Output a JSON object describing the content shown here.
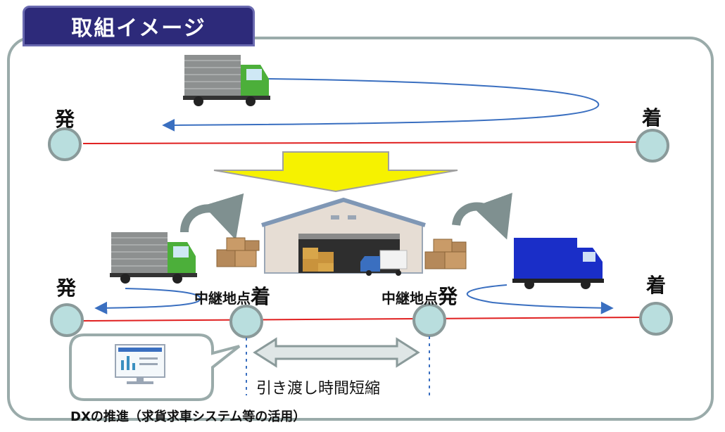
{
  "title": "取組イメージ",
  "top": {
    "depart_label": "発",
    "arrive_label": "着"
  },
  "bottom": {
    "depart_label": "発",
    "arrive_label": "着",
    "relay_arrive_prefix": "中継地点",
    "relay_arrive_suffix": "着",
    "relay_depart_prefix": "中継地点",
    "relay_depart_suffix": "発"
  },
  "handover_label": "引き渡し時間短縮",
  "dx_label": "DXの推進（求貨求車システム等の活用）",
  "colors": {
    "title_bg": "#2d2a7a",
    "frame": "#9aabaa",
    "node_fill": "#b9dede",
    "node_stroke": "#8a9a9a",
    "route_line": "#e02020",
    "arrow": "#3a6fc0",
    "big_arrow": "#f6f200",
    "truck_green": "#4caf3a",
    "truck_blue": "#1a2ec8"
  },
  "icons": [
    "truck-icon",
    "warehouse-icon",
    "boxes-icon",
    "computer-monitor-icon",
    "curved-arrow-icon",
    "double-arrow-icon"
  ]
}
